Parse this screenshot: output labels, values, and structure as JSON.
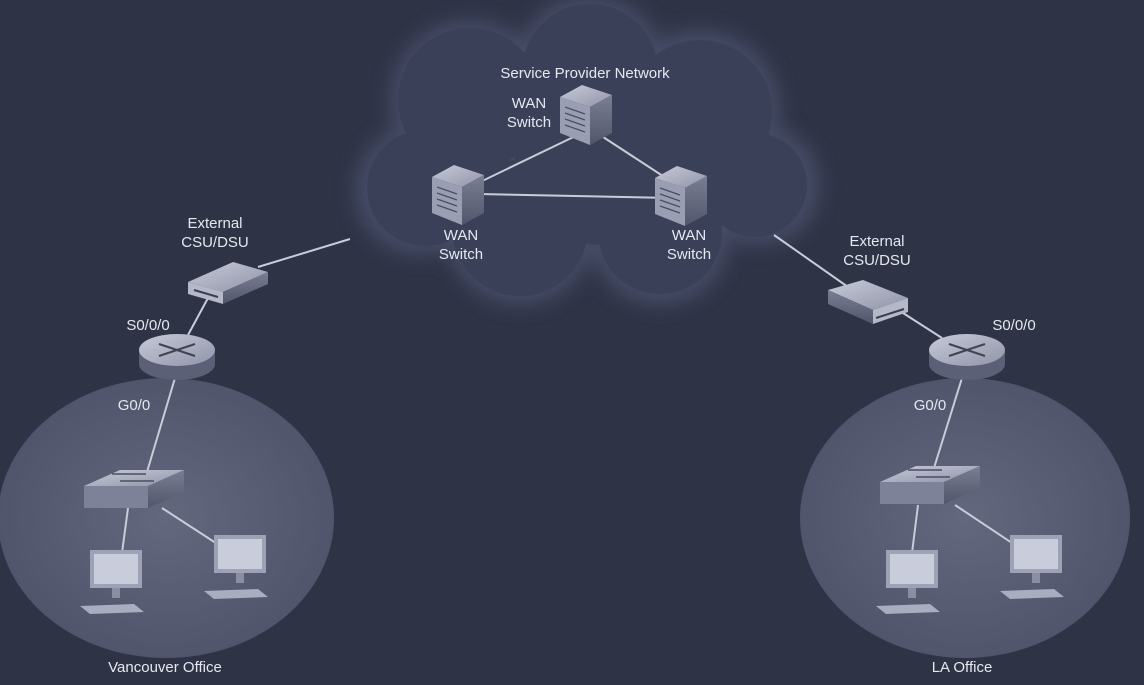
{
  "cloud": {
    "label": "Service Provider Network"
  },
  "wan_switches": [
    {
      "line1": "WAN",
      "line2": "Switch"
    },
    {
      "line1": "WAN",
      "line2": "Switch"
    },
    {
      "line1": "WAN",
      "line2": "Switch"
    }
  ],
  "vancouver": {
    "office_label": "Vancouver Office",
    "csu_line1": "External",
    "csu_line2": "CSU/DSU",
    "serial_interface": "S0/0/0",
    "gig_interface": "G0/0"
  },
  "la": {
    "office_label": "LA Office",
    "csu_line1": "External",
    "csu_line2": "CSU/DSU",
    "serial_interface": "S0/0/0",
    "gig_interface": "G0/0"
  },
  "colors": {
    "background": "#2f3346",
    "cloud": "#3a3f57",
    "line": "#c9ccd8",
    "device": "#8e93a8"
  }
}
